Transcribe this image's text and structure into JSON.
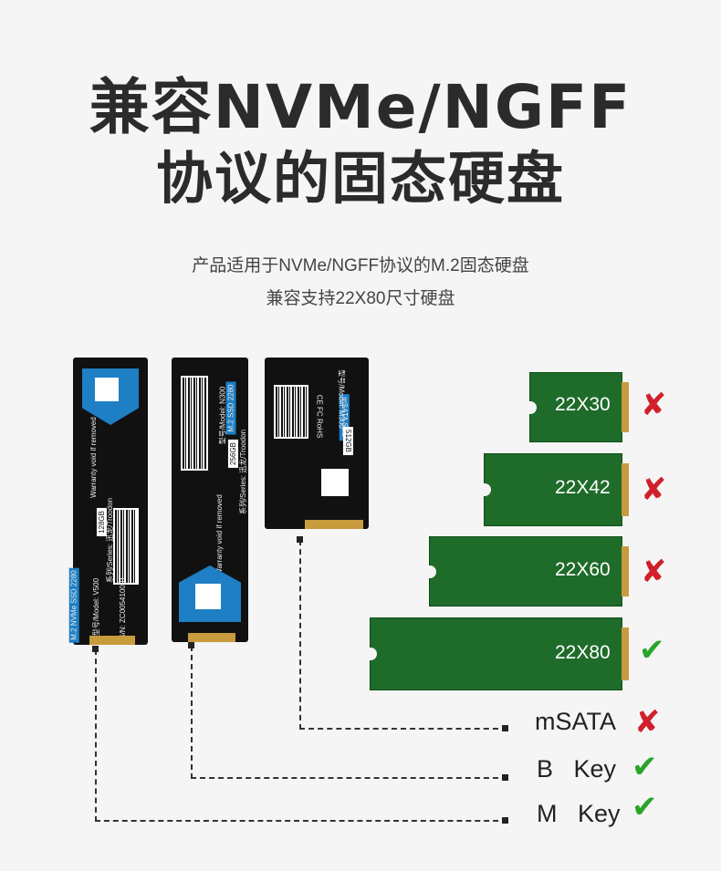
{
  "title": {
    "line1": "兼容NVMe/NGFF",
    "line2": "协议的固态硬盘"
  },
  "subtitle": {
    "line1": "产品适用于NVMe/NGFF协议的M.2固态硬盘",
    "line2": "兼容支持22X80尺寸硬盘"
  },
  "drives": [
    {
      "id": "nvme",
      "lines": [
        "M.2 NVMe SSD 2280",
        "型号/Model: V500",
        "系列/Series: 迅龙/Troodon",
        "128GB",
        "Warranty void if removed",
        "S/N: ZC005410001"
      ]
    },
    {
      "id": "bkey",
      "lines": [
        "M.2 SSD 2280",
        "型号/Model: N300",
        "系列/Series: 迅龙/Troodon",
        "256GB",
        "Warranty void if removed"
      ]
    },
    {
      "id": "msata",
      "lines": [
        "mSATA SSD",
        "型号/Model: M300",
        "512GB",
        "CE FC RoHS"
      ]
    }
  ],
  "sizes": [
    {
      "label": "22X30",
      "supported": false
    },
    {
      "label": "22X42",
      "supported": false
    },
    {
      "label": "22X60",
      "supported": false
    },
    {
      "label": "22X80",
      "supported": true
    }
  ],
  "interfaces": [
    {
      "label": "mSATA",
      "supported": false
    },
    {
      "label": "B   Key",
      "supported": true
    },
    {
      "label": "M   Key",
      "supported": true
    }
  ],
  "marks": {
    "cross": "✘",
    "check": "✔"
  },
  "colors": {
    "pcb": "#1f6b2a",
    "cross": "#d0202a",
    "check": "#2aa52a",
    "gold": "#c89b3c"
  }
}
